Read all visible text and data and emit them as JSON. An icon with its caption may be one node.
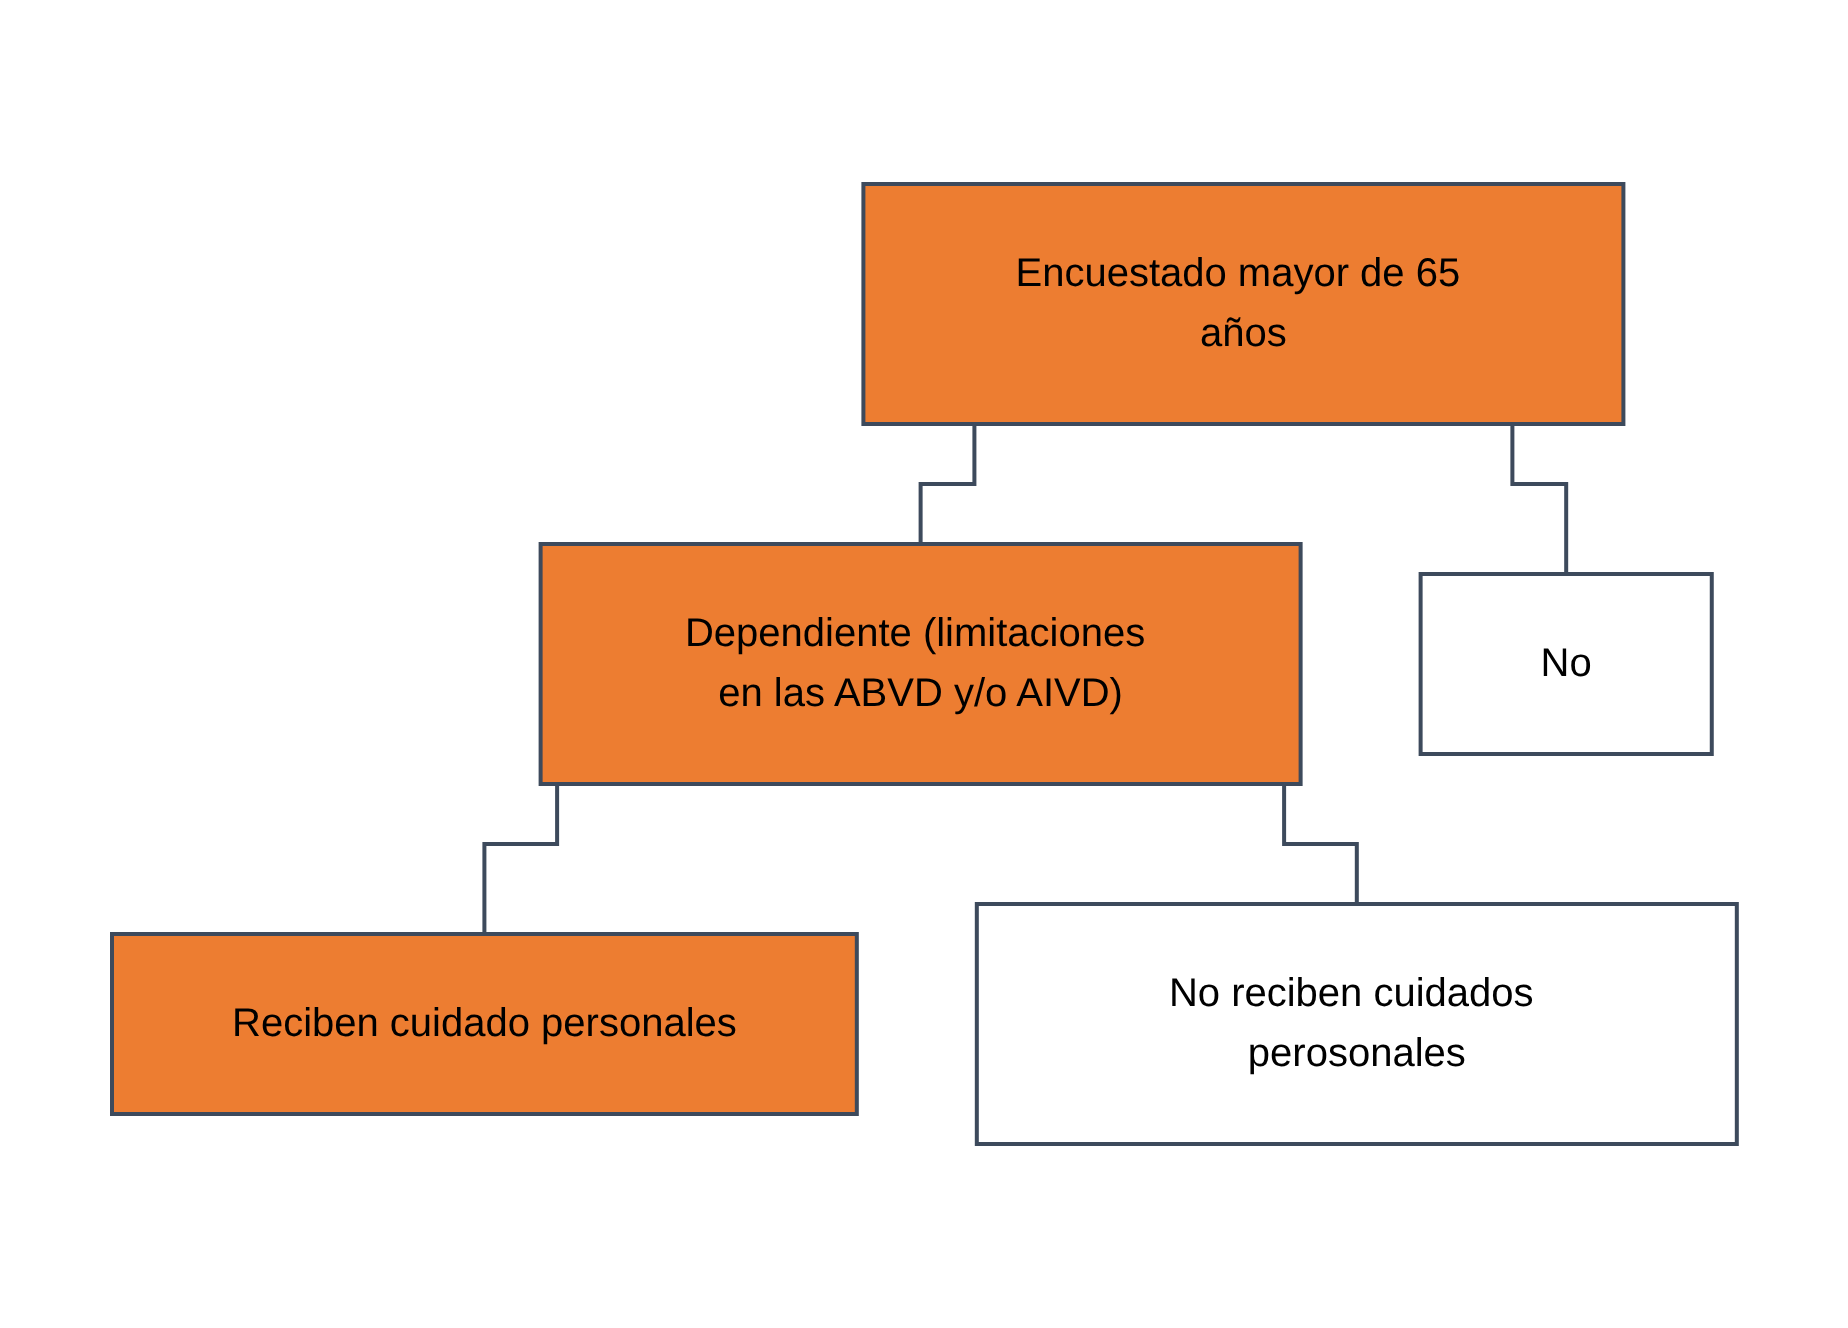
{
  "diagram": {
    "nodes": [
      {
        "text": [
          "Encuestado mayor de 65 años"
        ]
      },
      {
        "text": [
          "Dependiente (limitaciones en las ABVD y/o AIVD)"
        ]
      },
      {
        "text": [
          "No"
        ]
      },
      {
        "text": [
          "Reciben cuidado personales"
        ]
      },
      {
        "text": [
          "No reciben cuidados perosonales"
        ]
      }
    ],
    "edges": [
      {
        "from": 0,
        "to": 1,
        "arrow": "none"
      },
      {
        "from": 0,
        "to": 2,
        "arrow": "none"
      },
      {
        "from": 1,
        "to": 3,
        "arrow": "none"
      },
      {
        "from": 1,
        "to": 4,
        "arrow": "none"
      }
    ]
  }
}
